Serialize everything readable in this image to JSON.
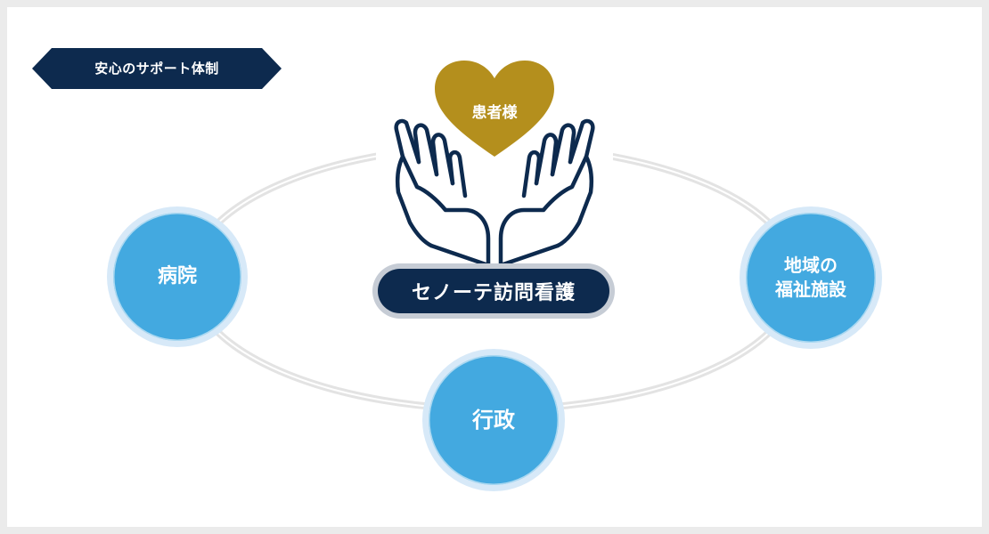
{
  "banner": {
    "label": "安心のサポート体制"
  },
  "center": {
    "patient_label": "患者様",
    "provider_label": "セノーテ訪問看護"
  },
  "nodes": {
    "hospital": "病院",
    "welfare": "地域の\n福祉施設",
    "government": "行政"
  },
  "colors": {
    "navy": "#0d2a4e",
    "gold": "#b48f1d",
    "node_blue": "#43a9e0",
    "node_ring": "#d7e9f8",
    "ellipse": "#e6e6e6"
  }
}
